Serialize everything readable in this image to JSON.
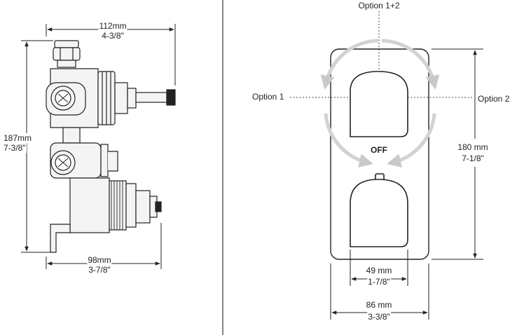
{
  "left_view": {
    "width_top_mm": "112mm",
    "width_top_in": "4-3/8\"",
    "height_mm": "187mm",
    "height_in": "7-3/8\"",
    "width_bottom_mm": "98mm",
    "width_bottom_in": "3-7/8\""
  },
  "right_view": {
    "option_top": "Option 1+2",
    "option_left": "Option 1",
    "option_right": "Option 2",
    "off_label": "OFF",
    "height_mm": "180 mm",
    "height_in": "7-1/8\"",
    "handle_width_mm": "49 mm",
    "handle_width_in": "1-7/8\"",
    "plate_width_mm": "86 mm",
    "plate_width_in": "3-3/8\""
  }
}
